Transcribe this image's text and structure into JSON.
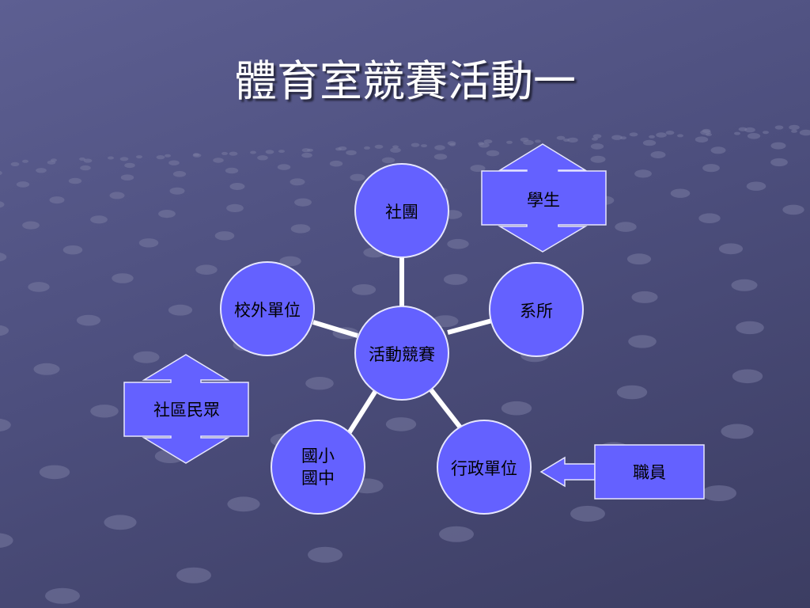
{
  "slide": {
    "title": "體育室競賽活動一",
    "colors": {
      "node_fill": "#6461ff",
      "node_stroke": "#e6e6ff",
      "connector": "#ffffff",
      "background": "#4d4f7e"
    }
  },
  "diagram": {
    "center": "活動競賽",
    "nodes": {
      "clubs": "社團",
      "departments": "系所",
      "admin": "行政單位",
      "schools_1": "國小",
      "schools_2": "國中",
      "external": "校外單位"
    },
    "boxes": {
      "students": "學生",
      "community": "社區民眾",
      "staff": "職員"
    }
  }
}
